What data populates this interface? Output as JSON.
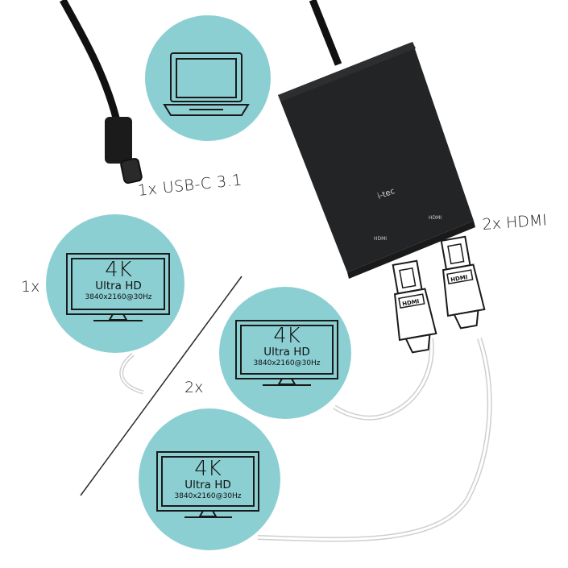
{
  "labels": {
    "usb": "1x USB-C 3.1",
    "hdmi": "2x HDMI",
    "single_count": "1x",
    "dual_count": "2x"
  },
  "adapter": {
    "brand": "i-tec",
    "port_left": "HDMI",
    "port_right": "HDMI"
  },
  "plug_label": "HDMI",
  "monitors": [
    {
      "big": "4K",
      "mid": "Ultra HD",
      "small": "3840x2160@30Hz"
    },
    {
      "big": "4K",
      "mid": "Ultra HD",
      "small": "3840x2160@30Hz"
    },
    {
      "big": "4K",
      "mid": "Ultra HD",
      "small": "3840x2160@30Hz"
    }
  ],
  "colors": {
    "circle": "#8ccfd3",
    "device": "#222325",
    "cable": "#111111",
    "outline": "#1a1a1a"
  }
}
